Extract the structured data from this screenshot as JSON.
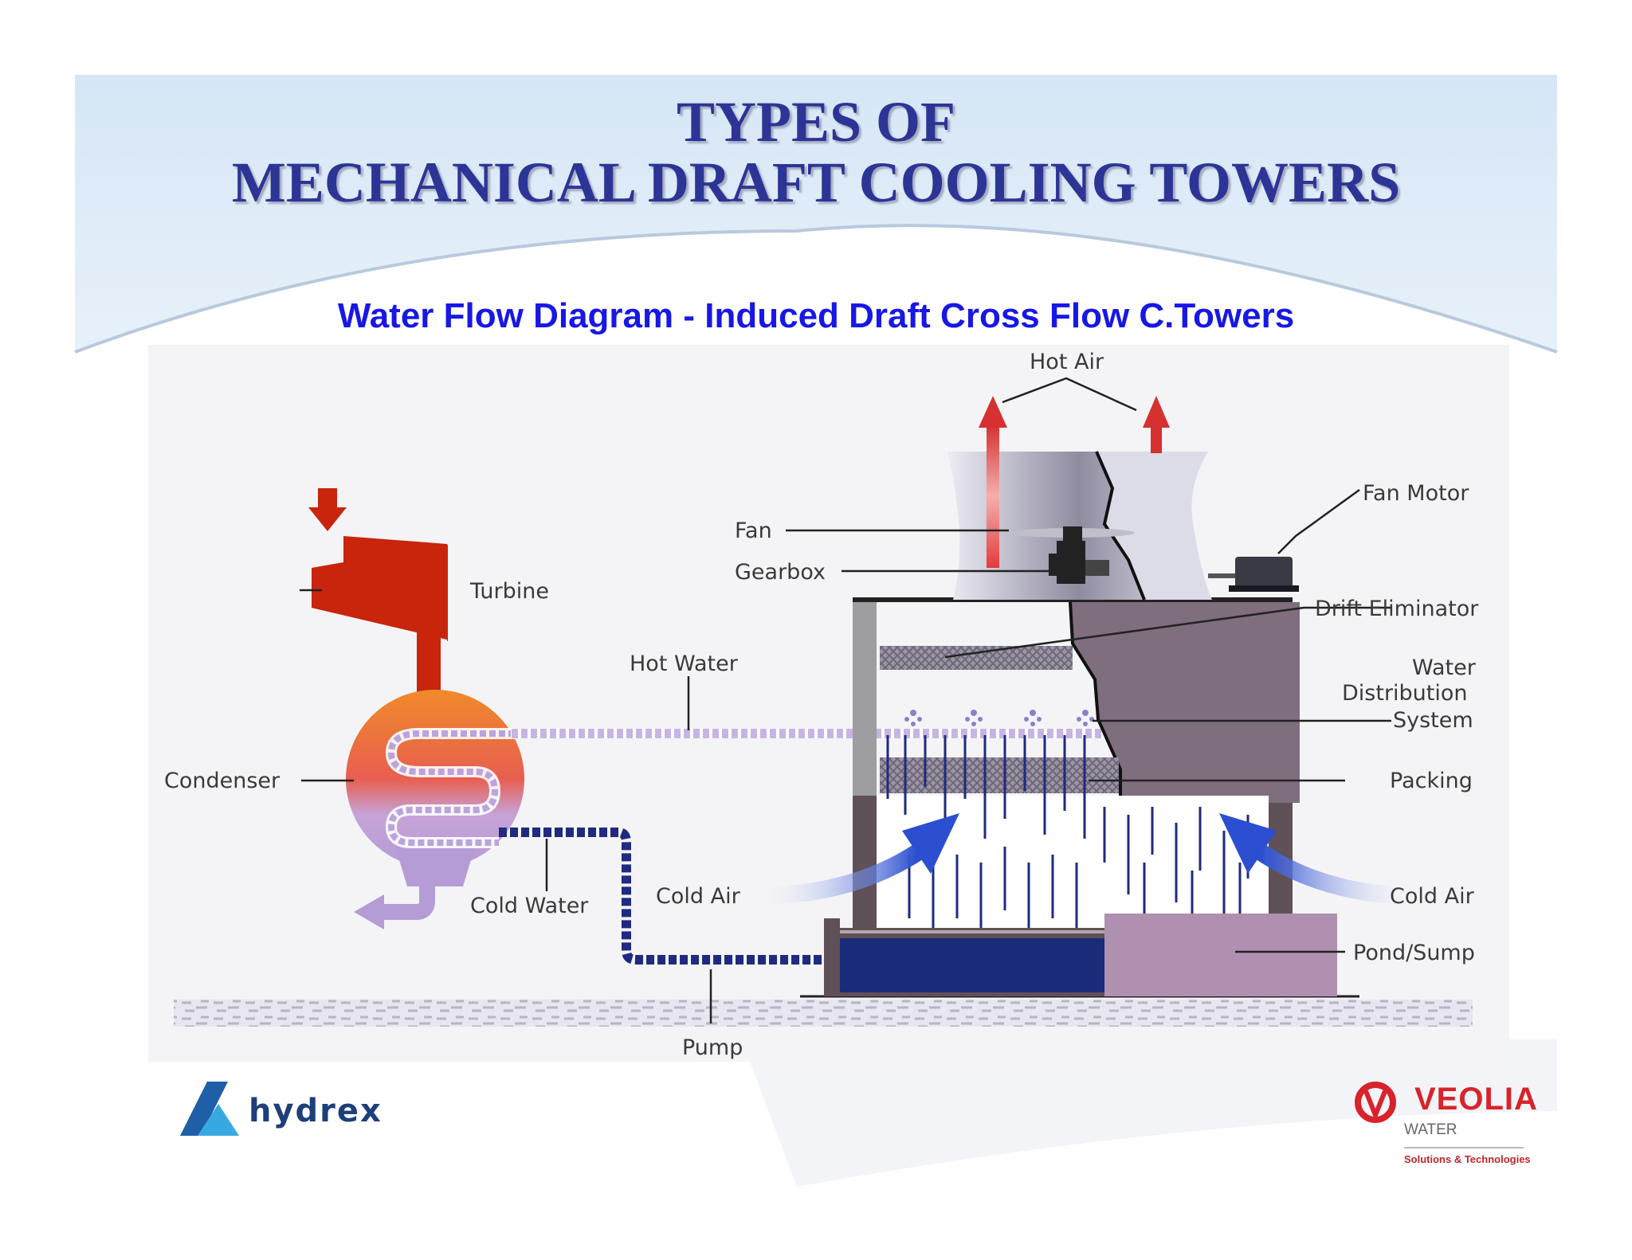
{
  "title": {
    "line1": "TYPES OF",
    "line2": "MECHANICAL DRAFT COOLING TOWERS"
  },
  "subtitle": "Water Flow Diagram - Induced Draft Cross Flow C.Towers",
  "diagram": {
    "labels": {
      "hot_air": "Hot Air",
      "fan_motor": "Fan Motor",
      "fan": "Fan",
      "gearbox": "Gearbox",
      "drift_eliminator": "Drift Eliminator",
      "turbine": "Turbine",
      "hot_water": "Hot Water",
      "water_distribution_1": "Water",
      "water_distribution_2": "Distribution",
      "water_distribution_3": "System",
      "condenser": "Condenser",
      "packing": "Packing",
      "cold_water": "Cold Water",
      "cold_air_left": "Cold Air",
      "cold_air_right": "Cold Air",
      "pond_sump": "Pond/Sump",
      "pump": "Pump"
    }
  },
  "logos": {
    "hydrex": "hydrex",
    "veolia": "VEOLIA",
    "veolia_sub": "WATER",
    "veolia_tagline": "Solutions & Technologies"
  },
  "colors": {
    "header_band": "#dde9f6",
    "title": "#2c3596",
    "subtitle": "#1717e6",
    "turbine": "#c8250c",
    "cold_water": "#1f2a80",
    "hot_water": "#b8a0d8",
    "air_arrow": "#3355cc",
    "hot_air_arrow": "#d83a3a",
    "pond": "#b090b0",
    "basin_water": "#1a2b7a"
  }
}
